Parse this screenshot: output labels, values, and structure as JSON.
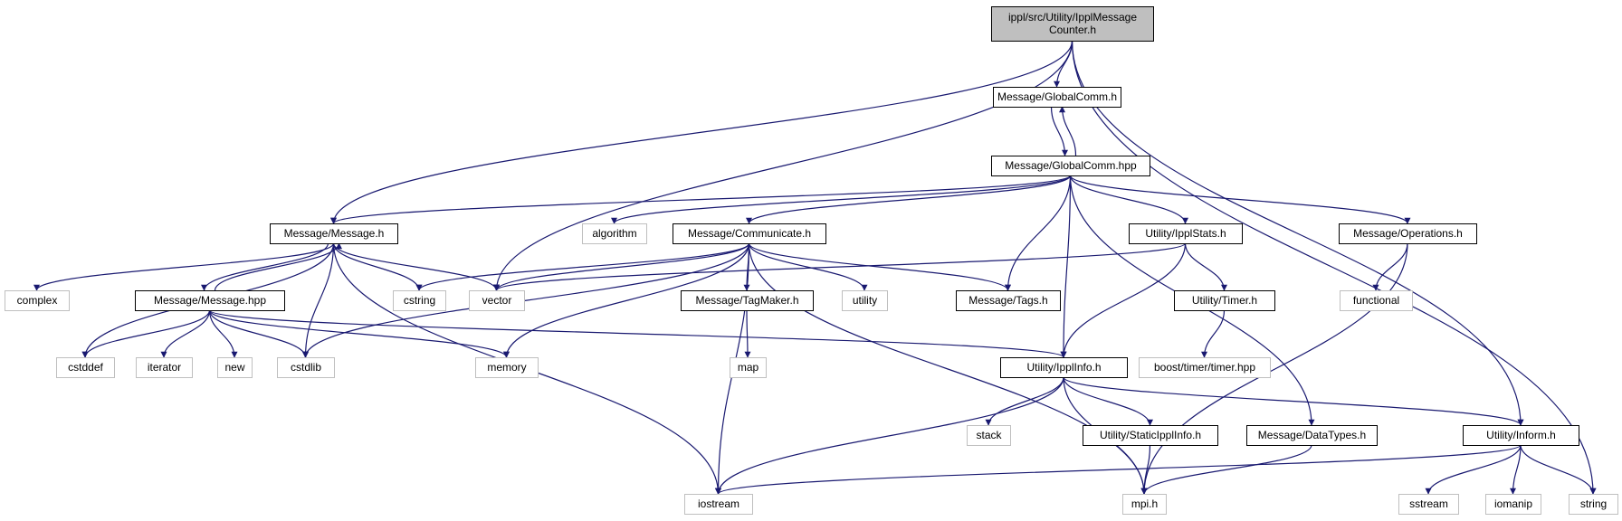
{
  "colors": {
    "edge": "#191970",
    "root_fill": "#bfbfbf",
    "node_fill": "#ffffff",
    "node_border": "#000000",
    "system_border": "#bfbfbf"
  },
  "nodes": [
    {
      "id": "root",
      "lines": [
        "ippl/src/Utility/IpplMessage",
        "Counter.h"
      ],
      "kind": "root"
    },
    {
      "id": "globalcomm_h",
      "lines": [
        "Message/GlobalComm.h"
      ],
      "kind": "local"
    },
    {
      "id": "globalcomm_hpp",
      "lines": [
        "Message/GlobalComm.hpp"
      ],
      "kind": "local"
    },
    {
      "id": "message_h",
      "lines": [
        "Message/Message.h"
      ],
      "kind": "local"
    },
    {
      "id": "algorithm",
      "lines": [
        "algorithm"
      ],
      "kind": "system"
    },
    {
      "id": "communicate_h",
      "lines": [
        "Message/Communicate.h"
      ],
      "kind": "local"
    },
    {
      "id": "ipplstats_h",
      "lines": [
        "Utility/IpplStats.h"
      ],
      "kind": "local"
    },
    {
      "id": "operations_h",
      "lines": [
        "Message/Operations.h"
      ],
      "kind": "local"
    },
    {
      "id": "complex",
      "lines": [
        "complex"
      ],
      "kind": "system"
    },
    {
      "id": "message_hpp",
      "lines": [
        "Message/Message.hpp"
      ],
      "kind": "local"
    },
    {
      "id": "cstring",
      "lines": [
        "cstring"
      ],
      "kind": "system"
    },
    {
      "id": "vector",
      "lines": [
        "vector"
      ],
      "kind": "system"
    },
    {
      "id": "tagmaker_h",
      "lines": [
        "Message/TagMaker.h"
      ],
      "kind": "local"
    },
    {
      "id": "utility",
      "lines": [
        "utility"
      ],
      "kind": "system"
    },
    {
      "id": "tags_h",
      "lines": [
        "Message/Tags.h"
      ],
      "kind": "local"
    },
    {
      "id": "timer_h",
      "lines": [
        "Utility/Timer.h"
      ],
      "kind": "local"
    },
    {
      "id": "functional",
      "lines": [
        "functional"
      ],
      "kind": "system"
    },
    {
      "id": "cstddef",
      "lines": [
        "cstddef"
      ],
      "kind": "system"
    },
    {
      "id": "iterator",
      "lines": [
        "iterator"
      ],
      "kind": "system"
    },
    {
      "id": "new",
      "lines": [
        "new"
      ],
      "kind": "system"
    },
    {
      "id": "cstdlib",
      "lines": [
        "cstdlib"
      ],
      "kind": "system"
    },
    {
      "id": "memory",
      "lines": [
        "memory"
      ],
      "kind": "system"
    },
    {
      "id": "map",
      "lines": [
        "map"
      ],
      "kind": "system"
    },
    {
      "id": "ipplinfo_h",
      "lines": [
        "Utility/IpplInfo.h"
      ],
      "kind": "local"
    },
    {
      "id": "boost_timer",
      "lines": [
        "boost/timer/timer.hpp"
      ],
      "kind": "system"
    },
    {
      "id": "stack",
      "lines": [
        "stack"
      ],
      "kind": "system"
    },
    {
      "id": "staticipplinfo_h",
      "lines": [
        "Utility/StaticIpplInfo.h"
      ],
      "kind": "local"
    },
    {
      "id": "datatypes_h",
      "lines": [
        "Message/DataTypes.h"
      ],
      "kind": "local"
    },
    {
      "id": "inform_h",
      "lines": [
        "Utility/Inform.h"
      ],
      "kind": "local"
    },
    {
      "id": "iostream",
      "lines": [
        "iostream"
      ],
      "kind": "system"
    },
    {
      "id": "mpi_h",
      "lines": [
        "mpi.h"
      ],
      "kind": "system"
    },
    {
      "id": "sstream",
      "lines": [
        "sstream"
      ],
      "kind": "system"
    },
    {
      "id": "iomanip",
      "lines": [
        "iomanip"
      ],
      "kind": "system"
    },
    {
      "id": "string",
      "lines": [
        "string"
      ],
      "kind": "system"
    }
  ],
  "edges": [
    [
      "root",
      "globalcomm_h"
    ],
    [
      "root",
      "message_h"
    ],
    [
      "root",
      "vector"
    ],
    [
      "root",
      "inform_h"
    ],
    [
      "root",
      "string"
    ],
    [
      "globalcomm_h",
      "globalcomm_hpp"
    ],
    [
      "globalcomm_hpp",
      "globalcomm_h"
    ],
    [
      "globalcomm_hpp",
      "message_h"
    ],
    [
      "globalcomm_hpp",
      "algorithm"
    ],
    [
      "globalcomm_hpp",
      "communicate_h"
    ],
    [
      "globalcomm_hpp",
      "tags_h"
    ],
    [
      "globalcomm_hpp",
      "ipplinfo_h"
    ],
    [
      "globalcomm_hpp",
      "ipplstats_h"
    ],
    [
      "globalcomm_hpp",
      "datatypes_h"
    ],
    [
      "globalcomm_hpp",
      "operations_h"
    ],
    [
      "message_h",
      "complex"
    ],
    [
      "message_h",
      "message_hpp"
    ],
    [
      "message_h",
      "cstddef"
    ],
    [
      "message_h",
      "cstring"
    ],
    [
      "message_h",
      "vector"
    ],
    [
      "message_h",
      "cstdlib"
    ],
    [
      "message_h",
      "iostream"
    ],
    [
      "message_hpp",
      "message_h"
    ],
    [
      "message_hpp",
      "cstddef"
    ],
    [
      "message_hpp",
      "iterator"
    ],
    [
      "message_hpp",
      "new"
    ],
    [
      "message_hpp",
      "cstdlib"
    ],
    [
      "message_hpp",
      "memory"
    ],
    [
      "message_hpp",
      "ipplinfo_h"
    ],
    [
      "communicate_h",
      "cstring"
    ],
    [
      "communicate_h",
      "vector"
    ],
    [
      "communicate_h",
      "cstdlib"
    ],
    [
      "communicate_h",
      "memory"
    ],
    [
      "communicate_h",
      "iostream"
    ],
    [
      "communicate_h",
      "tagmaker_h"
    ],
    [
      "communicate_h",
      "utility"
    ],
    [
      "communicate_h",
      "tags_h"
    ],
    [
      "communicate_h",
      "mpi_h"
    ],
    [
      "tagmaker_h",
      "map"
    ],
    [
      "ipplstats_h",
      "vector"
    ],
    [
      "ipplstats_h",
      "timer_h"
    ],
    [
      "ipplstats_h",
      "ipplinfo_h"
    ],
    [
      "timer_h",
      "boost_timer"
    ],
    [
      "operations_h",
      "functional"
    ],
    [
      "operations_h",
      "mpi_h"
    ],
    [
      "ipplinfo_h",
      "iostream"
    ],
    [
      "ipplinfo_h",
      "stack"
    ],
    [
      "ipplinfo_h",
      "mpi_h"
    ],
    [
      "ipplinfo_h",
      "staticipplinfo_h"
    ],
    [
      "ipplinfo_h",
      "inform_h"
    ],
    [
      "staticipplinfo_h",
      "mpi_h"
    ],
    [
      "datatypes_h",
      "mpi_h"
    ],
    [
      "inform_h",
      "iostream"
    ],
    [
      "inform_h",
      "sstream"
    ],
    [
      "inform_h",
      "iomanip"
    ],
    [
      "inform_h",
      "string"
    ]
  ]
}
